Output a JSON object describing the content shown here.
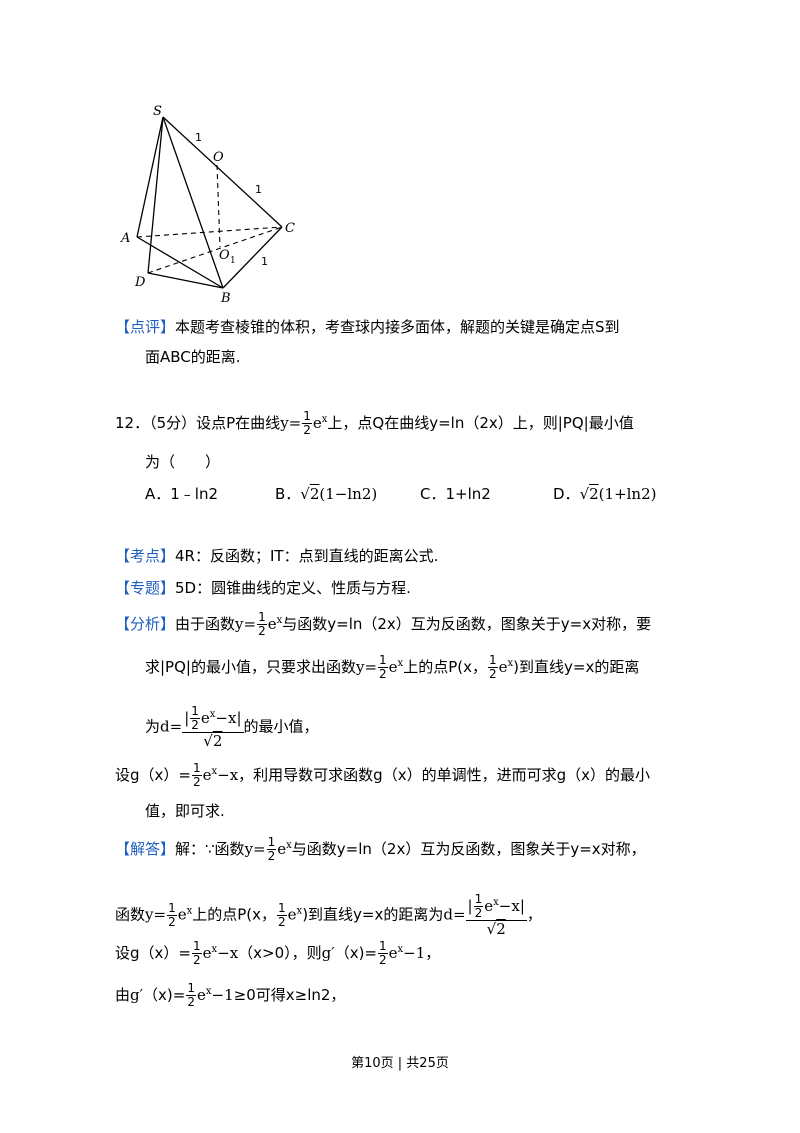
{
  "figure": {
    "labels": {
      "S": "S",
      "O": "O",
      "A": "A",
      "C": "C",
      "D": "D",
      "O1": "O",
      "O1_sub": "1",
      "B": "B"
    },
    "edge_labels": [
      "1",
      "1",
      "1"
    ]
  },
  "comment1": {
    "tag": "【点评】",
    "line1": "本题考查棱锥的体积，考查球内接多面体，解题的关键是确定点S到",
    "line2": "面ABC的距离."
  },
  "q12": {
    "num": "12．（5分）设点P在曲线",
    "mid1": "上，点Q在曲线y=ln（2x）上，则|PQ|最小值",
    "line2": "为（　　）",
    "options": {
      "a": "A．1﹣ln2",
      "b_prefix": "B．",
      "b_expr": "(1−ln2)",
      "c": "C．1+ln2",
      "d_prefix": "D．",
      "d_expr": "(1+ln2)"
    }
  },
  "kaodian": {
    "tag": "【考点】",
    "text": "4R：反函数；IT：点到直线的距离公式."
  },
  "zhuanti": {
    "tag": "【专题】",
    "text": "5D：圆锥曲线的定义、性质与方程."
  },
  "fenxi": {
    "tag": "【分析】",
    "t1": "由于函数",
    "t2": "与函数y=ln（2x）互为反函数，图象关于y=x对称，要",
    "t3": "求|PQ|的最小值，只要求出函数",
    "t4": "上的点P(x，",
    "t5": ")到直线y=x的距离",
    "t6": "为",
    "t7": "的最小值，",
    "t8": "设g（x）=",
    "t9": "，利用导数可求函数g（x）的单调性，进而可求g（x）的最小",
    "t10": "值，即可求."
  },
  "jieda": {
    "tag": "【解答】",
    "t1": "解：∵函数",
    "t2": "与函数y=ln（2x）互为反函数，图象关于y=x对称，",
    "t3": "函数",
    "t4": "上的点P(x，",
    "t5": ")到直线y=x的距离为",
    "t6": "，",
    "t7": "设g（x）=",
    "t8": "（x>0），则",
    "t9": "（x)=",
    "t10": "，",
    "t11": "由",
    "t12": "（x)=",
    "t13": "≥0可得x≥ln2，"
  },
  "math": {
    "y_eq": "y=",
    "one": "1",
    "two": "2",
    "e": "e",
    "x": "x",
    "minus_x": "−x",
    "minus_one": "−1",
    "d_eq": "d=",
    "abs_bar": "|",
    "sqrt2": "2",
    "g_prime": "g′"
  },
  "footer": "第10页 | 共25页"
}
